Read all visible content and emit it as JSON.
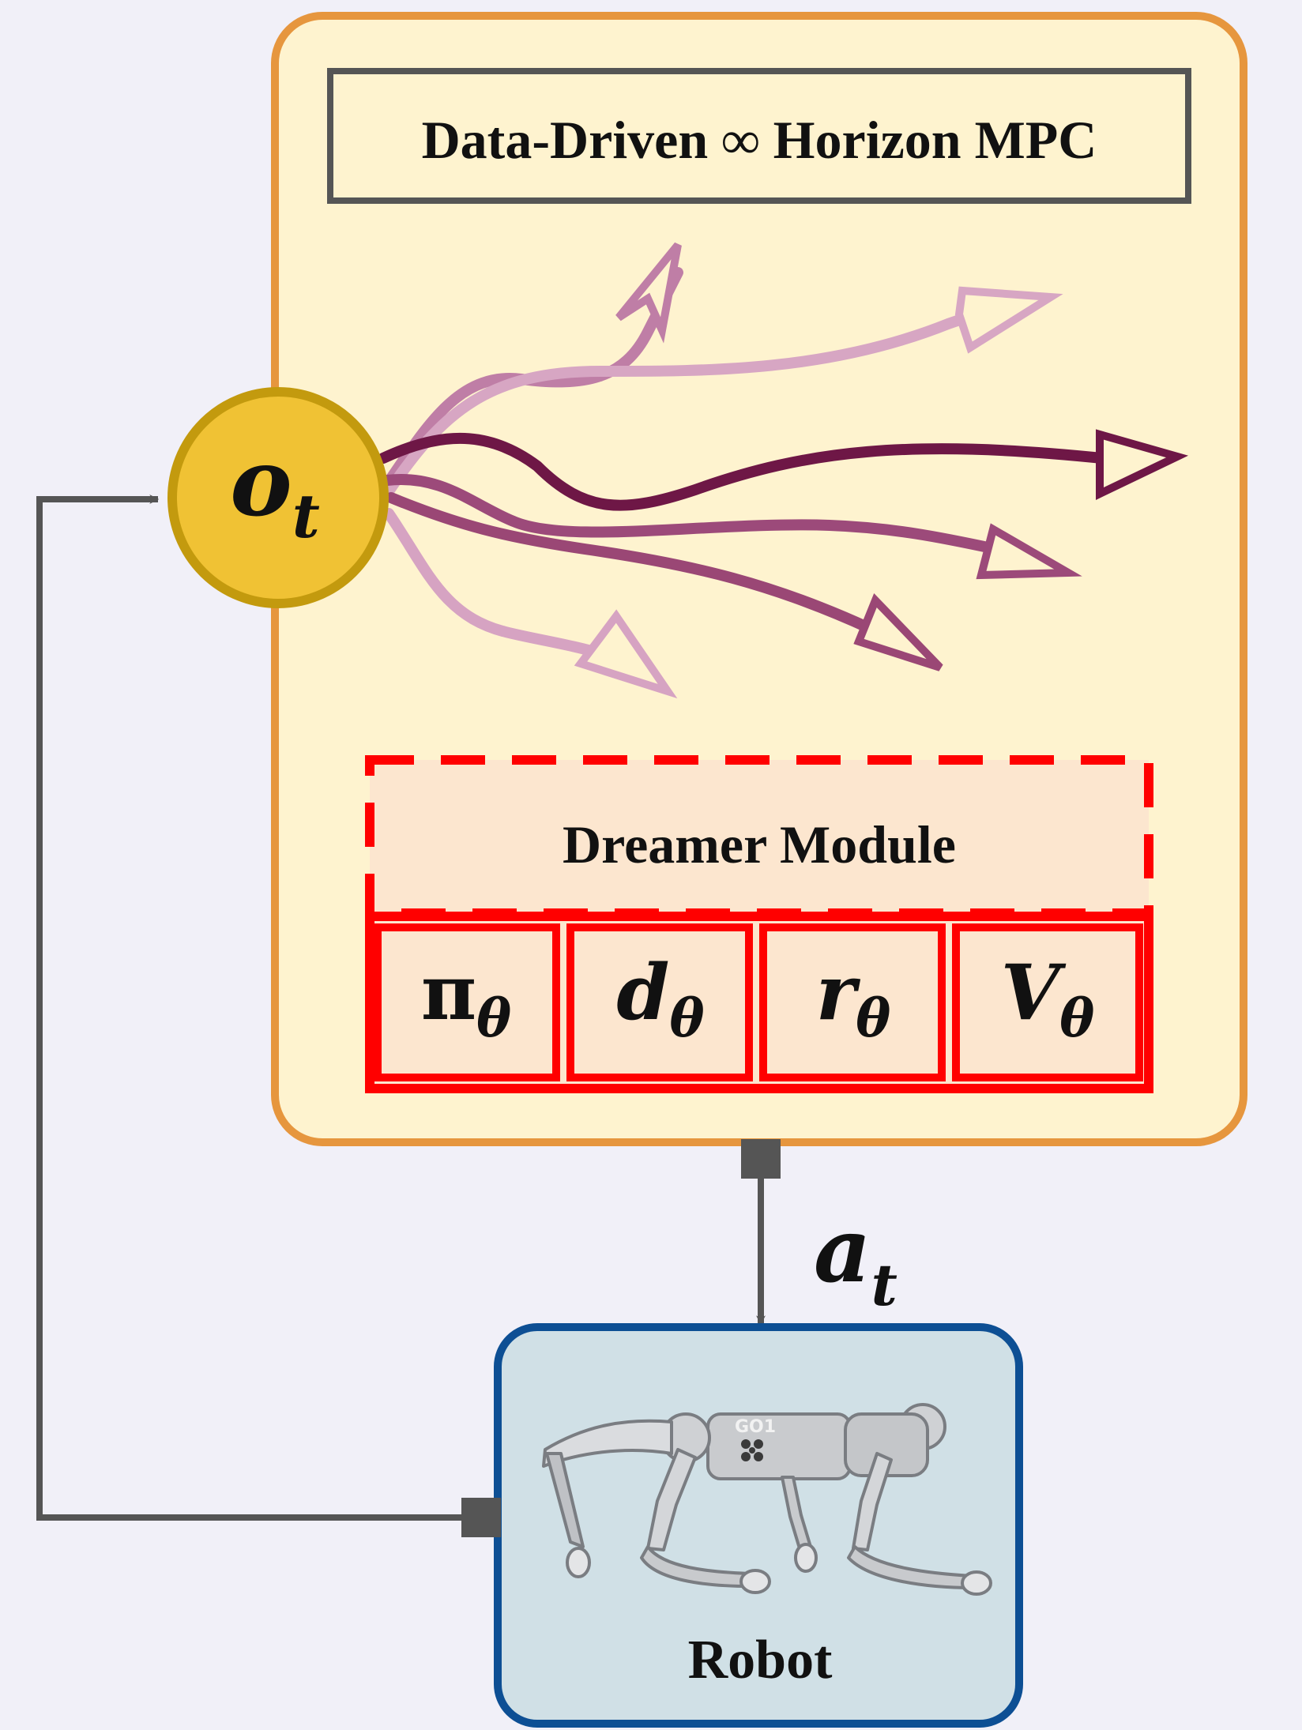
{
  "mpc_block": {
    "title": "Data-Driven ∞ Horizon MPC",
    "fill_color": "#fef3cf",
    "border_color": "#e6963e"
  },
  "observation": {
    "symbol": "o",
    "subscript": "t",
    "fill_color": "#f0c234",
    "border_color": "#c39a0e"
  },
  "action": {
    "symbol": "a",
    "subscript": "t"
  },
  "dreamer": {
    "title": "Dreamer Module",
    "border_color": "#ff0000",
    "fill_color": "#fce6cf",
    "components": [
      {
        "symbol": "π",
        "subscript": "θ"
      },
      {
        "symbol": "d",
        "subscript": "θ"
      },
      {
        "symbol": "r",
        "subscript": "θ"
      },
      {
        "symbol": "V",
        "subscript": "θ"
      }
    ]
  },
  "robot": {
    "label": "Robot",
    "body_text": "GO1",
    "fill_color": "#d0e0e6",
    "border_color": "#0d4f94"
  },
  "trajectories": {
    "count": 6,
    "colors": [
      "#bf7ea6",
      "#d7a6c3",
      "#6e1746",
      "#9c4a7a",
      "#9a4775",
      "#d6a3c2"
    ]
  },
  "connector_color": "#555555"
}
